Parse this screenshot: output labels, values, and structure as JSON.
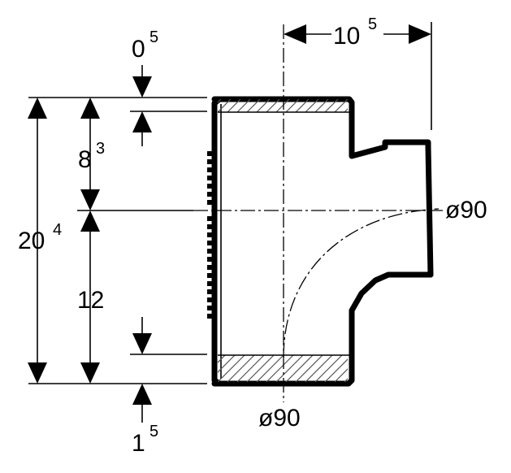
{
  "dimensions": {
    "top_offset": {
      "main": "0",
      "sup": "5"
    },
    "branch_width": {
      "main": "10",
      "sup": "5"
    },
    "upper_height": {
      "main": "8",
      "sup": "3"
    },
    "total_height": {
      "main": "20",
      "sup": "4"
    },
    "lower_height": {
      "main": "12",
      "sup": ""
    },
    "bottom_offset": {
      "main": "1",
      "sup": "5"
    },
    "branch_diameter": "ø90",
    "main_diameter": "ø90"
  },
  "colors": {
    "line": "#000000",
    "hatch": "#555555",
    "background": "#ffffff"
  }
}
